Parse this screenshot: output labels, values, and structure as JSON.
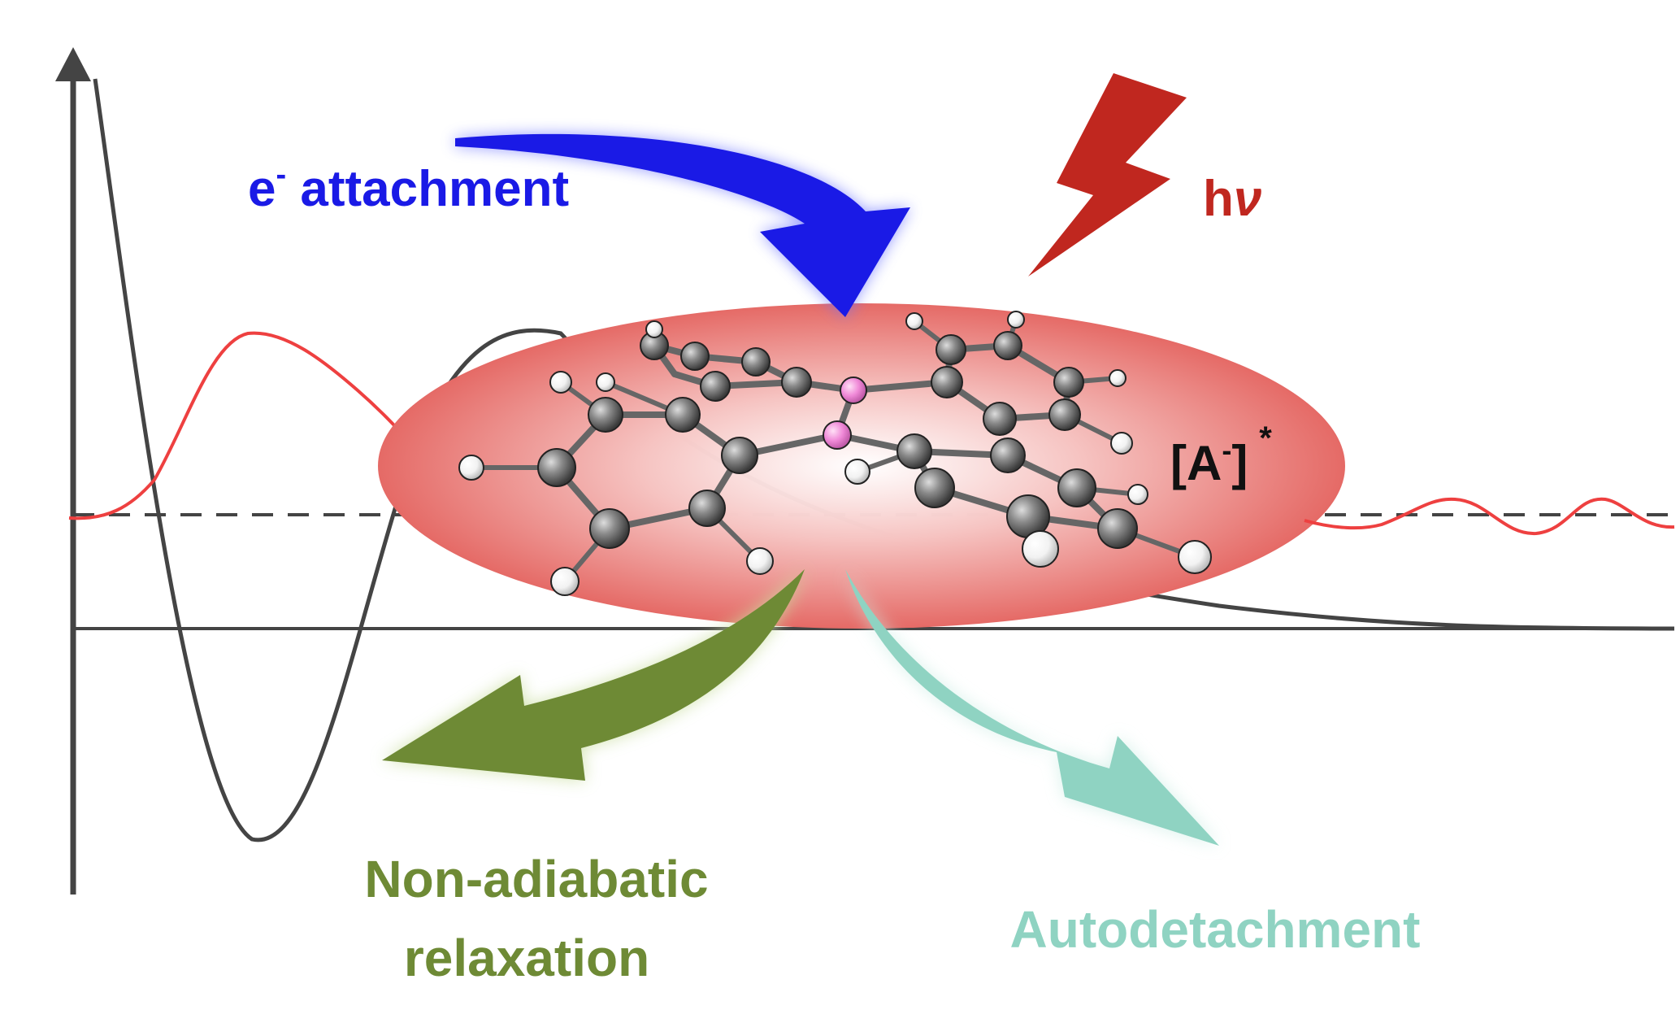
{
  "labels": {
    "attachment_prefix": "e",
    "attachment_sup": "-",
    "attachment_rest": " attachment",
    "photon_h": "h",
    "photon_nu": "ν",
    "anion_left": "[A",
    "anion_sup": "-",
    "anion_right": "]",
    "anion_star": "*",
    "relax_line1": "Non-adiabatic",
    "relax_line2": "relaxation",
    "autodetach": "Autodetachment"
  },
  "colors": {
    "blue": "#1a1ae6",
    "red_bolt": "#c0271f",
    "green": "#6e8a35",
    "teal": "#8fd3c2",
    "potential": "#444444",
    "wave": "#ee4040",
    "cloud": "#e86a6a"
  }
}
